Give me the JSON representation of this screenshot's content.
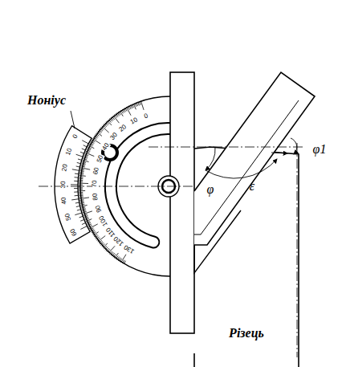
{
  "diagram": {
    "nodes": [
      {
        "text": [
          "Різець"
        ]
      }
    ],
    "labels": [
      "Ноніус",
      "φ",
      "ε",
      "φ1",
      "0",
      "10",
      "20",
      "30",
      "40",
      "50",
      "60",
      "70",
      "80",
      "90",
      "100",
      "110",
      "120",
      "130",
      "0",
      "10",
      "20",
      "30",
      "40",
      "50",
      "60"
    ]
  }
}
